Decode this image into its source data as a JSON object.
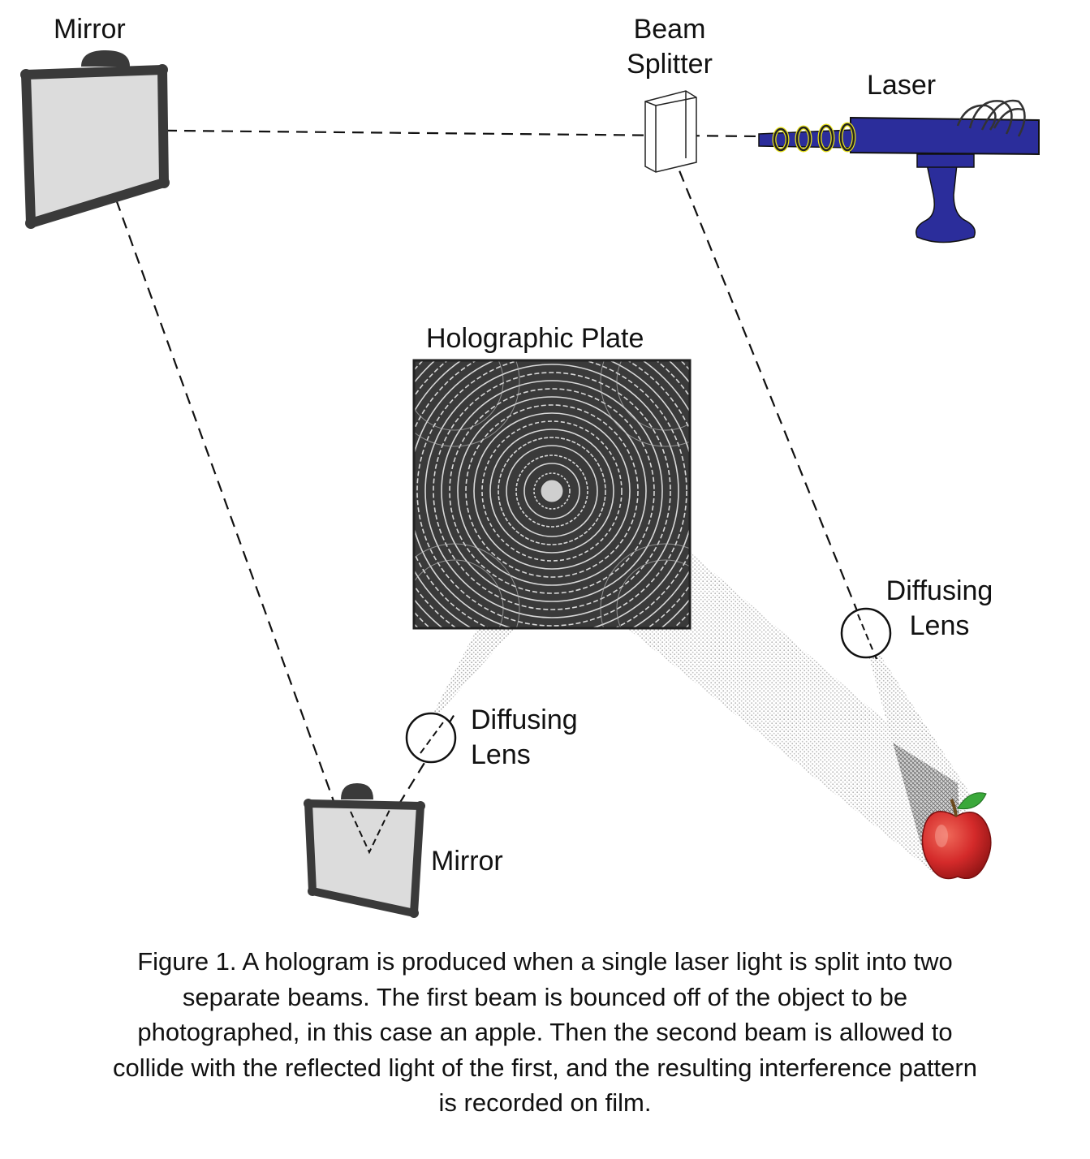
{
  "labels": {
    "mirror_top": "Mirror",
    "beam_splitter_line1": "Beam",
    "beam_splitter_line2": "Splitter",
    "laser": "Laser",
    "holographic_plate": "Holographic Plate",
    "diffusing_lens_right_line1": "Diffusing",
    "diffusing_lens_right_line2": "Lens",
    "diffusing_lens_left_line1": "Diffusing",
    "diffusing_lens_left_line2": "Lens",
    "mirror_bottom": "Mirror"
  },
  "caption": {
    "lines": [
      "Figure 1.  A hologram is produced when a single laser light is split into two",
      "separate beams.  The first beam is bounced off of the object to be",
      "photographed, in this case an apple.  Then the second beam is allowed to",
      "collide with the reflected light of the first, and the resulting interference pattern",
      "is recorded on film."
    ]
  },
  "colors": {
    "laser_body": "#2b2d9b",
    "laser_coil": "#e8e21a",
    "mirror_frame": "#3a3a3a",
    "mirror_glass": "#dcdcdc",
    "beam": "#111111",
    "apple": "#d42a2a",
    "leaf": "#3aa83a"
  },
  "icons": [
    "mirror-icon",
    "beam-splitter-icon",
    "laser-icon",
    "holographic-plate-icon",
    "diffusing-lens-icon",
    "apple-icon"
  ]
}
